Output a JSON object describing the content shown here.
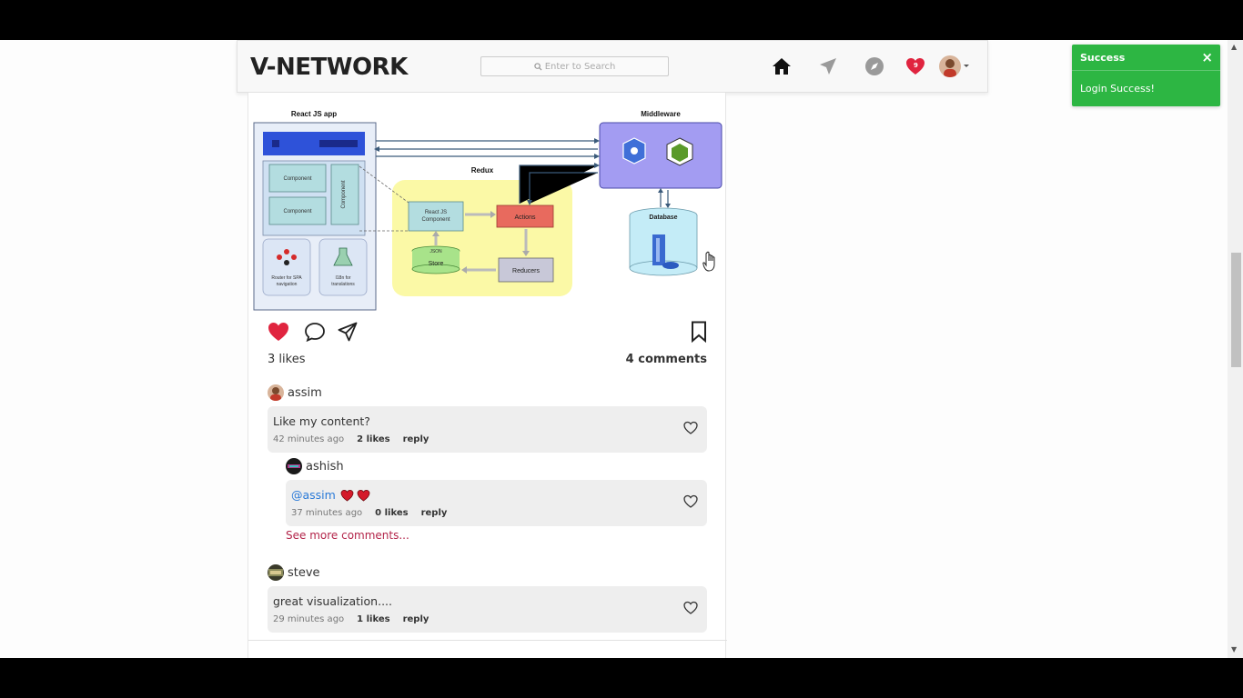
{
  "header": {
    "brand": "V-NETWORK",
    "search_placeholder": "Enter to Search",
    "notification_count": "9"
  },
  "post": {
    "diagram": {
      "title_app": "React JS app",
      "title_middleware": "Middleware",
      "title_redux": "Redux",
      "component_1": "Component",
      "component_2": "Component",
      "component_vertical": "Component",
      "router_label_1": "Router for SPA",
      "router_label_2": "navigation",
      "i18n_label_1": "I18n for",
      "i18n_label_2": "translations",
      "react_component_1": "React JS",
      "react_component_2": "Component",
      "actions": "Actions",
      "store_json": "JSON",
      "store": "Store",
      "reducers": "Reducers",
      "database": "Database"
    },
    "likes": "3 likes",
    "comments": "4 comments",
    "comment_list": [
      {
        "user": "assim",
        "text": "Like my content?",
        "time": "42 minutes ago",
        "likes": "2 likes",
        "reply": "reply"
      },
      {
        "user": "ashish",
        "mention": "@assim",
        "time": "37 minutes ago",
        "likes": "0 likes",
        "reply": "reply"
      },
      {
        "user": "steve",
        "text": "great visualization....",
        "time": "29 minutes ago",
        "likes": "1 likes",
        "reply": "reply"
      }
    ],
    "see_more": "See more comments..."
  },
  "toast": {
    "title": "Success",
    "close": "×",
    "message": "Login Success!"
  },
  "colors": {
    "heart_red": "#e0243f",
    "toast_green": "#2db643",
    "see_more": "#b3254a",
    "mention": "#2a7ad8"
  }
}
